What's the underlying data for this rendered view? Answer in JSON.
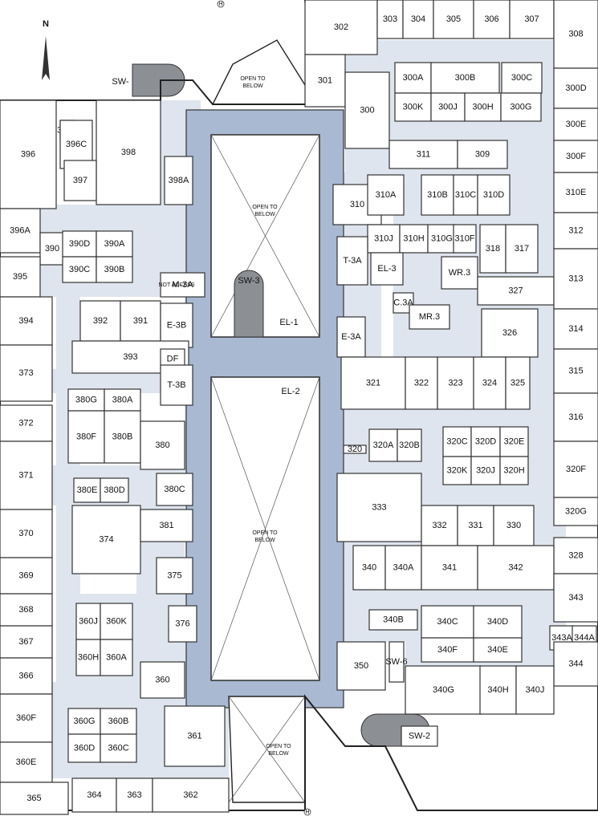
{
  "north_label": "N",
  "grid_marker": "H",
  "open_to_below": "OPEN TO\nBELOW",
  "rooms": [
    "302",
    "303",
    "304",
    "305",
    "306",
    "307",
    "308",
    "301",
    "300",
    "300A",
    "300B",
    "300C",
    "300D",
    "300E",
    "300F",
    "300K",
    "300J",
    "300H",
    "300G",
    "311",
    "309",
    "310",
    "310A",
    "310B",
    "310C",
    "310D",
    "310E",
    "310J",
    "310H",
    "310G",
    "310F",
    "318",
    "317",
    "312",
    "T-3A",
    "EL-3",
    "WR.3",
    "C.3A",
    "MR.3",
    "327",
    "313",
    "326",
    "314",
    "E-3A",
    "321",
    "322",
    "323",
    "324",
    "325",
    "315",
    "316",
    "320",
    "320A",
    "320B",
    "320C",
    "320D",
    "320E",
    "320K",
    "320J",
    "320H",
    "320F",
    "320G",
    "333",
    "332",
    "331",
    "330",
    "328",
    "340",
    "340A",
    "341",
    "342",
    "343",
    "343A",
    "344A",
    "344",
    "340B",
    "340C",
    "340D",
    "340F",
    "340E",
    "350",
    "SW-6",
    "340G",
    "340H",
    "340J",
    "SW-2",
    "396",
    "396B",
    "396C",
    "398",
    "397",
    "398A",
    "396A",
    "390",
    "390D",
    "390A",
    "390C",
    "390B",
    "395",
    "M-3A",
    "394",
    "392",
    "391",
    "E-3B",
    "393",
    "DF",
    "T-3B",
    "373",
    "380G",
    "380A",
    "380F",
    "380B",
    "380",
    "372",
    "371",
    "380E",
    "380D",
    "380C",
    "370",
    "374",
    "381",
    "369",
    "375",
    "368",
    "360J",
    "360K",
    "376",
    "367",
    "360H",
    "360A",
    "366",
    "360",
    "360F",
    "360G",
    "360B",
    "361",
    "360D",
    "360C",
    "360E",
    "365",
    "364",
    "363",
    "362",
    "SW-",
    "SW-3",
    "EL-1",
    "EL-2",
    "NOT ACCESS"
  ]
}
